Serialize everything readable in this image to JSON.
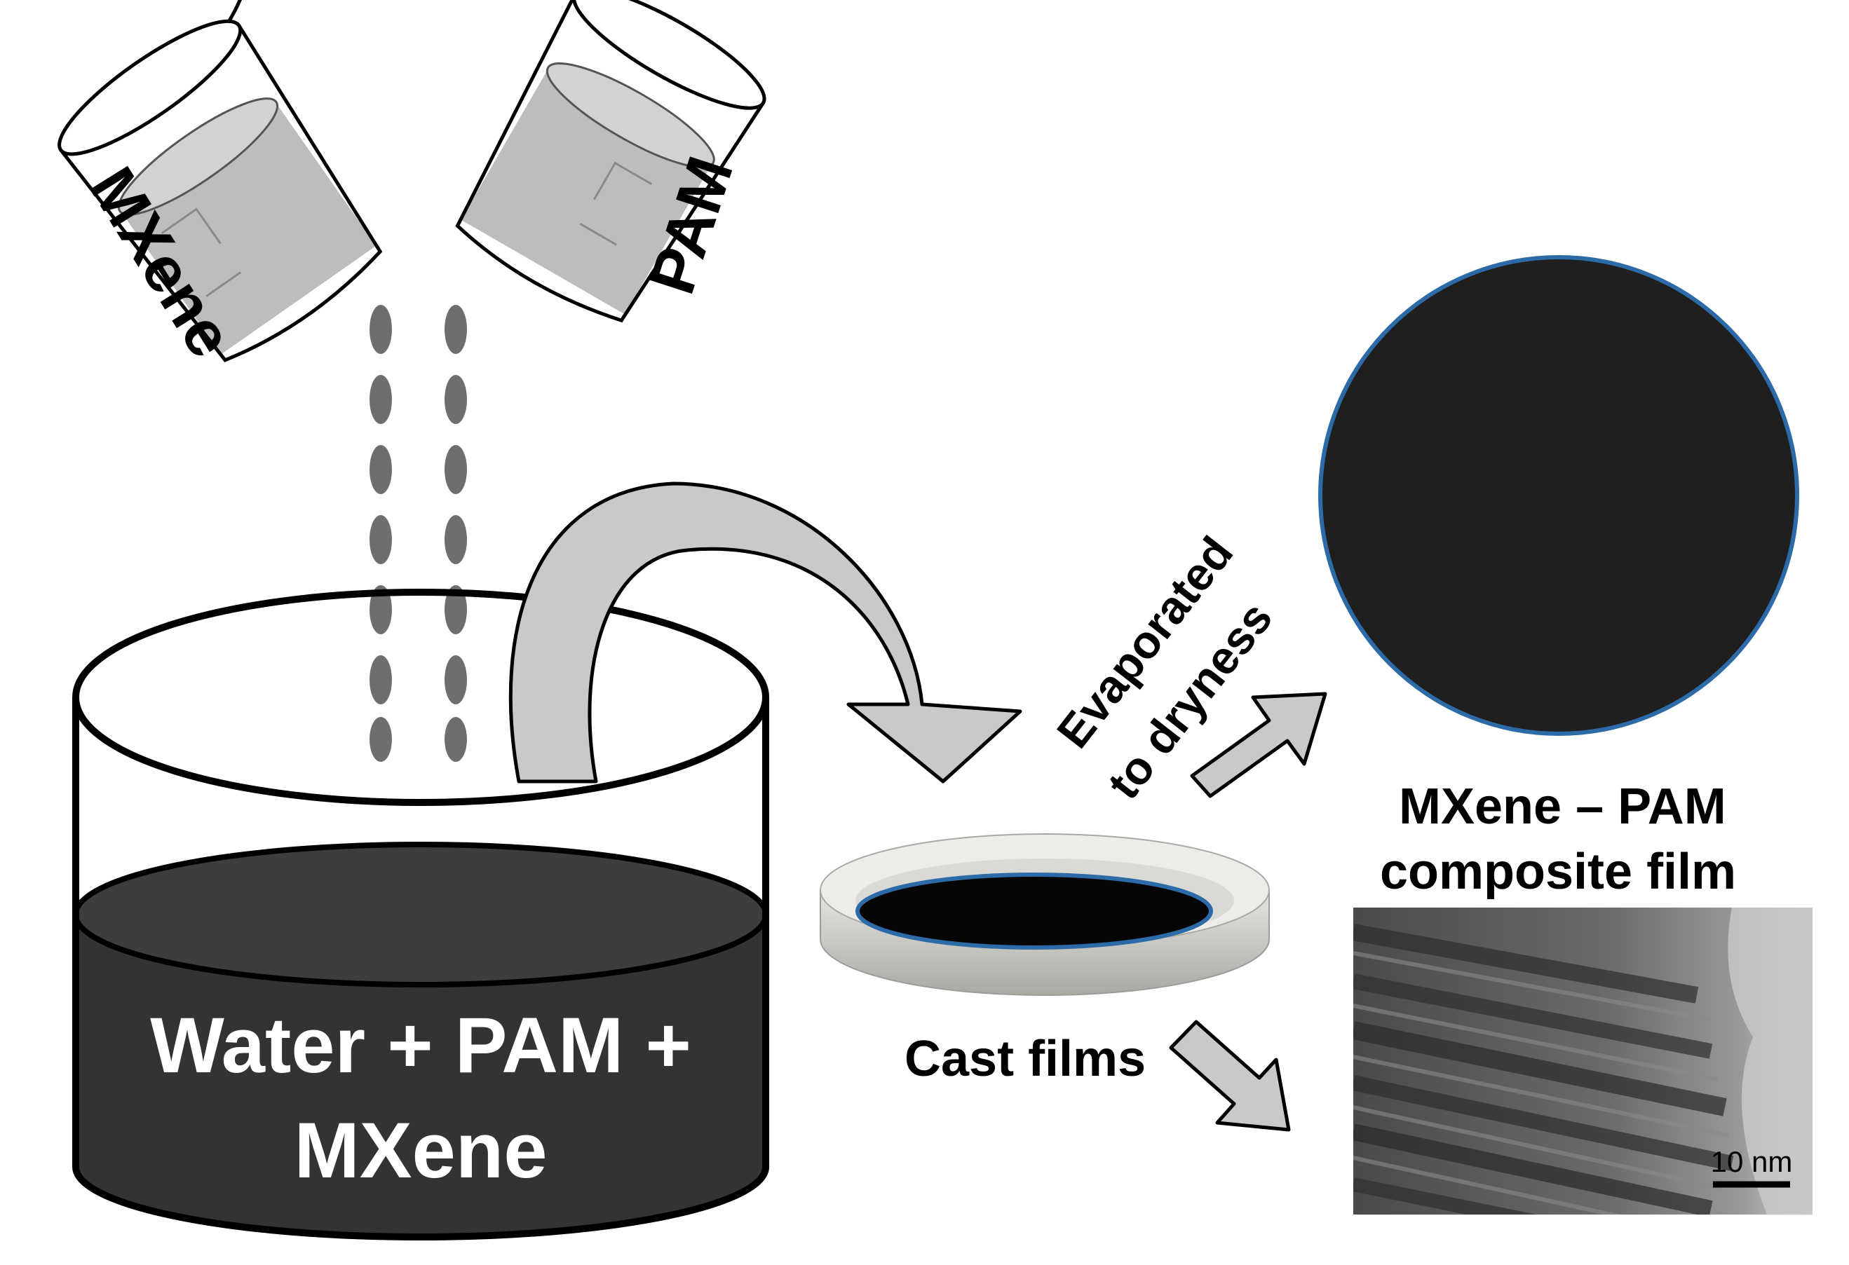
{
  "labels": {
    "beaker_left": "MXene",
    "beaker_right": "PAM",
    "container_line1": "Water + PAM +",
    "container_line2": "MXene",
    "evaporated_line1": "Evaporated",
    "evaporated_line2": "to dryness",
    "cast_films": "Cast films",
    "composite_line1": "MXene – PAM",
    "composite_line2": "composite film",
    "scale_bar": "10 nm"
  },
  "colors": {
    "background": "#ffffff",
    "outline": "#000000",
    "beaker_liquid": "#bdbdbd",
    "droplet": "#6e6e6e",
    "container_liquid": "#333333",
    "container_liquid_top": "#3d3d3d",
    "arrow_fill": "#c9c9c9",
    "film_disc": "#1f1f1f",
    "film_rim": "#2d6aa8",
    "dish_wall": "#cfcfcb",
    "tem_background": "#b9b9b9",
    "container_text": "#ffffff"
  }
}
